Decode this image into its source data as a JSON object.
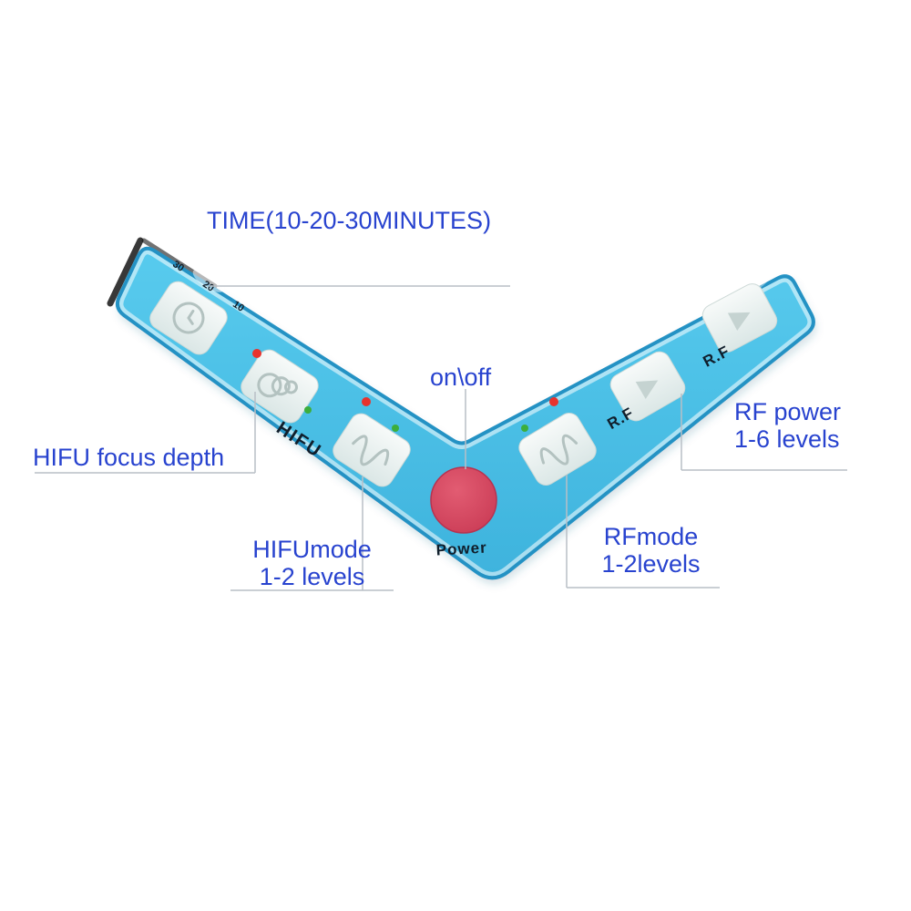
{
  "callouts": {
    "time": "TIME(10-20-30MINUTES)",
    "onoff": "on\\off",
    "hifu_focus": "HIFU focus depth",
    "hifu_mode": [
      "HIFUmode",
      "1-2 levels"
    ],
    "rf_mode": [
      "RFmode",
      "1-2levels"
    ],
    "rf_power": [
      "RF power",
      "1-6 levels"
    ]
  },
  "panel": {
    "time_marks": [
      "30",
      "20",
      "10"
    ],
    "hifu_label": "HIFU",
    "power_label": "Power",
    "rf_label_1": "R.F",
    "rf_label_2": "R.F",
    "buttons": [
      "time-button",
      "hifu-focus-button",
      "hifu-mode-button",
      "power-button",
      "rf-mode-button",
      "rf-level-button",
      "rf-power-button"
    ]
  },
  "icons": {
    "time": "clock-icon",
    "hifu_focus": "focus-depth-circles-icon",
    "hifu_mode": "sine-wave-icon",
    "rf_mode": "sine-wave-icon",
    "rf_level": "triangle-icon",
    "rf_power": "triangle-icon"
  },
  "colors": {
    "panel_fill": "#4fc3e8",
    "panel_edge": "#2492c4",
    "button_fill": "#edf3f2",
    "power_red": "#d44b61",
    "label_blue": "#2843cf",
    "panel_text": "#101e2b",
    "led_red": "#e8322d",
    "led_green": "#3cae3c",
    "callout_line": "#b9bfc6"
  }
}
